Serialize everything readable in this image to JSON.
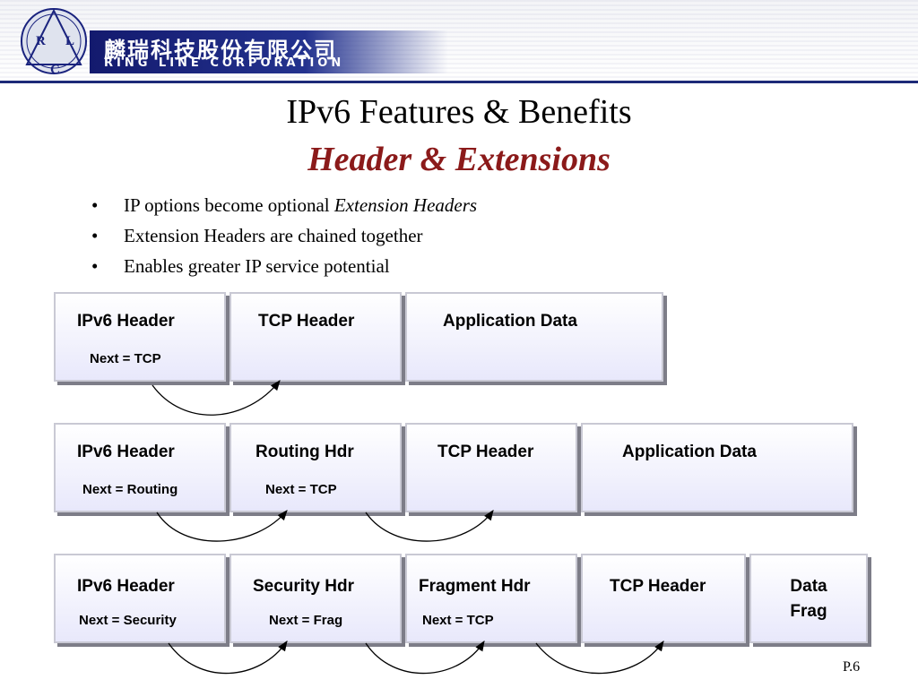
{
  "header": {
    "logo_letters": [
      "R",
      "L",
      "C"
    ],
    "company_cn": "麟瑞科技股份有限公司",
    "company_en": "RING LINE CORPORATION",
    "colors": {
      "brand_bar": "#1a237e",
      "accent_line": "#1d2a78"
    }
  },
  "slide": {
    "title": "IPv6 Features & Benefits",
    "subtitle": "Header & Extensions",
    "subtitle_color": "#8b1a1a",
    "bullets": [
      {
        "text": "IP options become optional ",
        "emphasis": "Extension Headers"
      },
      {
        "text": "Extension Headers are chained together",
        "emphasis": ""
      },
      {
        "text": "Enables greater IP service potential",
        "emphasis": ""
      }
    ],
    "page_number": "P.6"
  },
  "chains": [
    {
      "boxes": [
        {
          "header": "IPv6 Header",
          "next": "Next  = TCP"
        },
        {
          "header": "TCP Header",
          "next": ""
        },
        {
          "header": "Application  Data",
          "next": ""
        }
      ]
    },
    {
      "boxes": [
        {
          "header": "IPv6 Header",
          "next": "Next  = Routing"
        },
        {
          "header": "Routing Hdr",
          "next": "Next  = TCP"
        },
        {
          "header": "TCP Header",
          "next": ""
        },
        {
          "header": "Application  Data",
          "next": ""
        }
      ]
    },
    {
      "boxes": [
        {
          "header": "IPv6 Header",
          "next": "Next  = Security"
        },
        {
          "header": "Security Hdr",
          "next": "Next  = Frag"
        },
        {
          "header": "Fragment Hdr",
          "next": "Next  = TCP"
        },
        {
          "header": "TCP Header",
          "next": ""
        },
        {
          "data_line1": "Data",
          "data_line2": "Frag"
        }
      ]
    }
  ]
}
